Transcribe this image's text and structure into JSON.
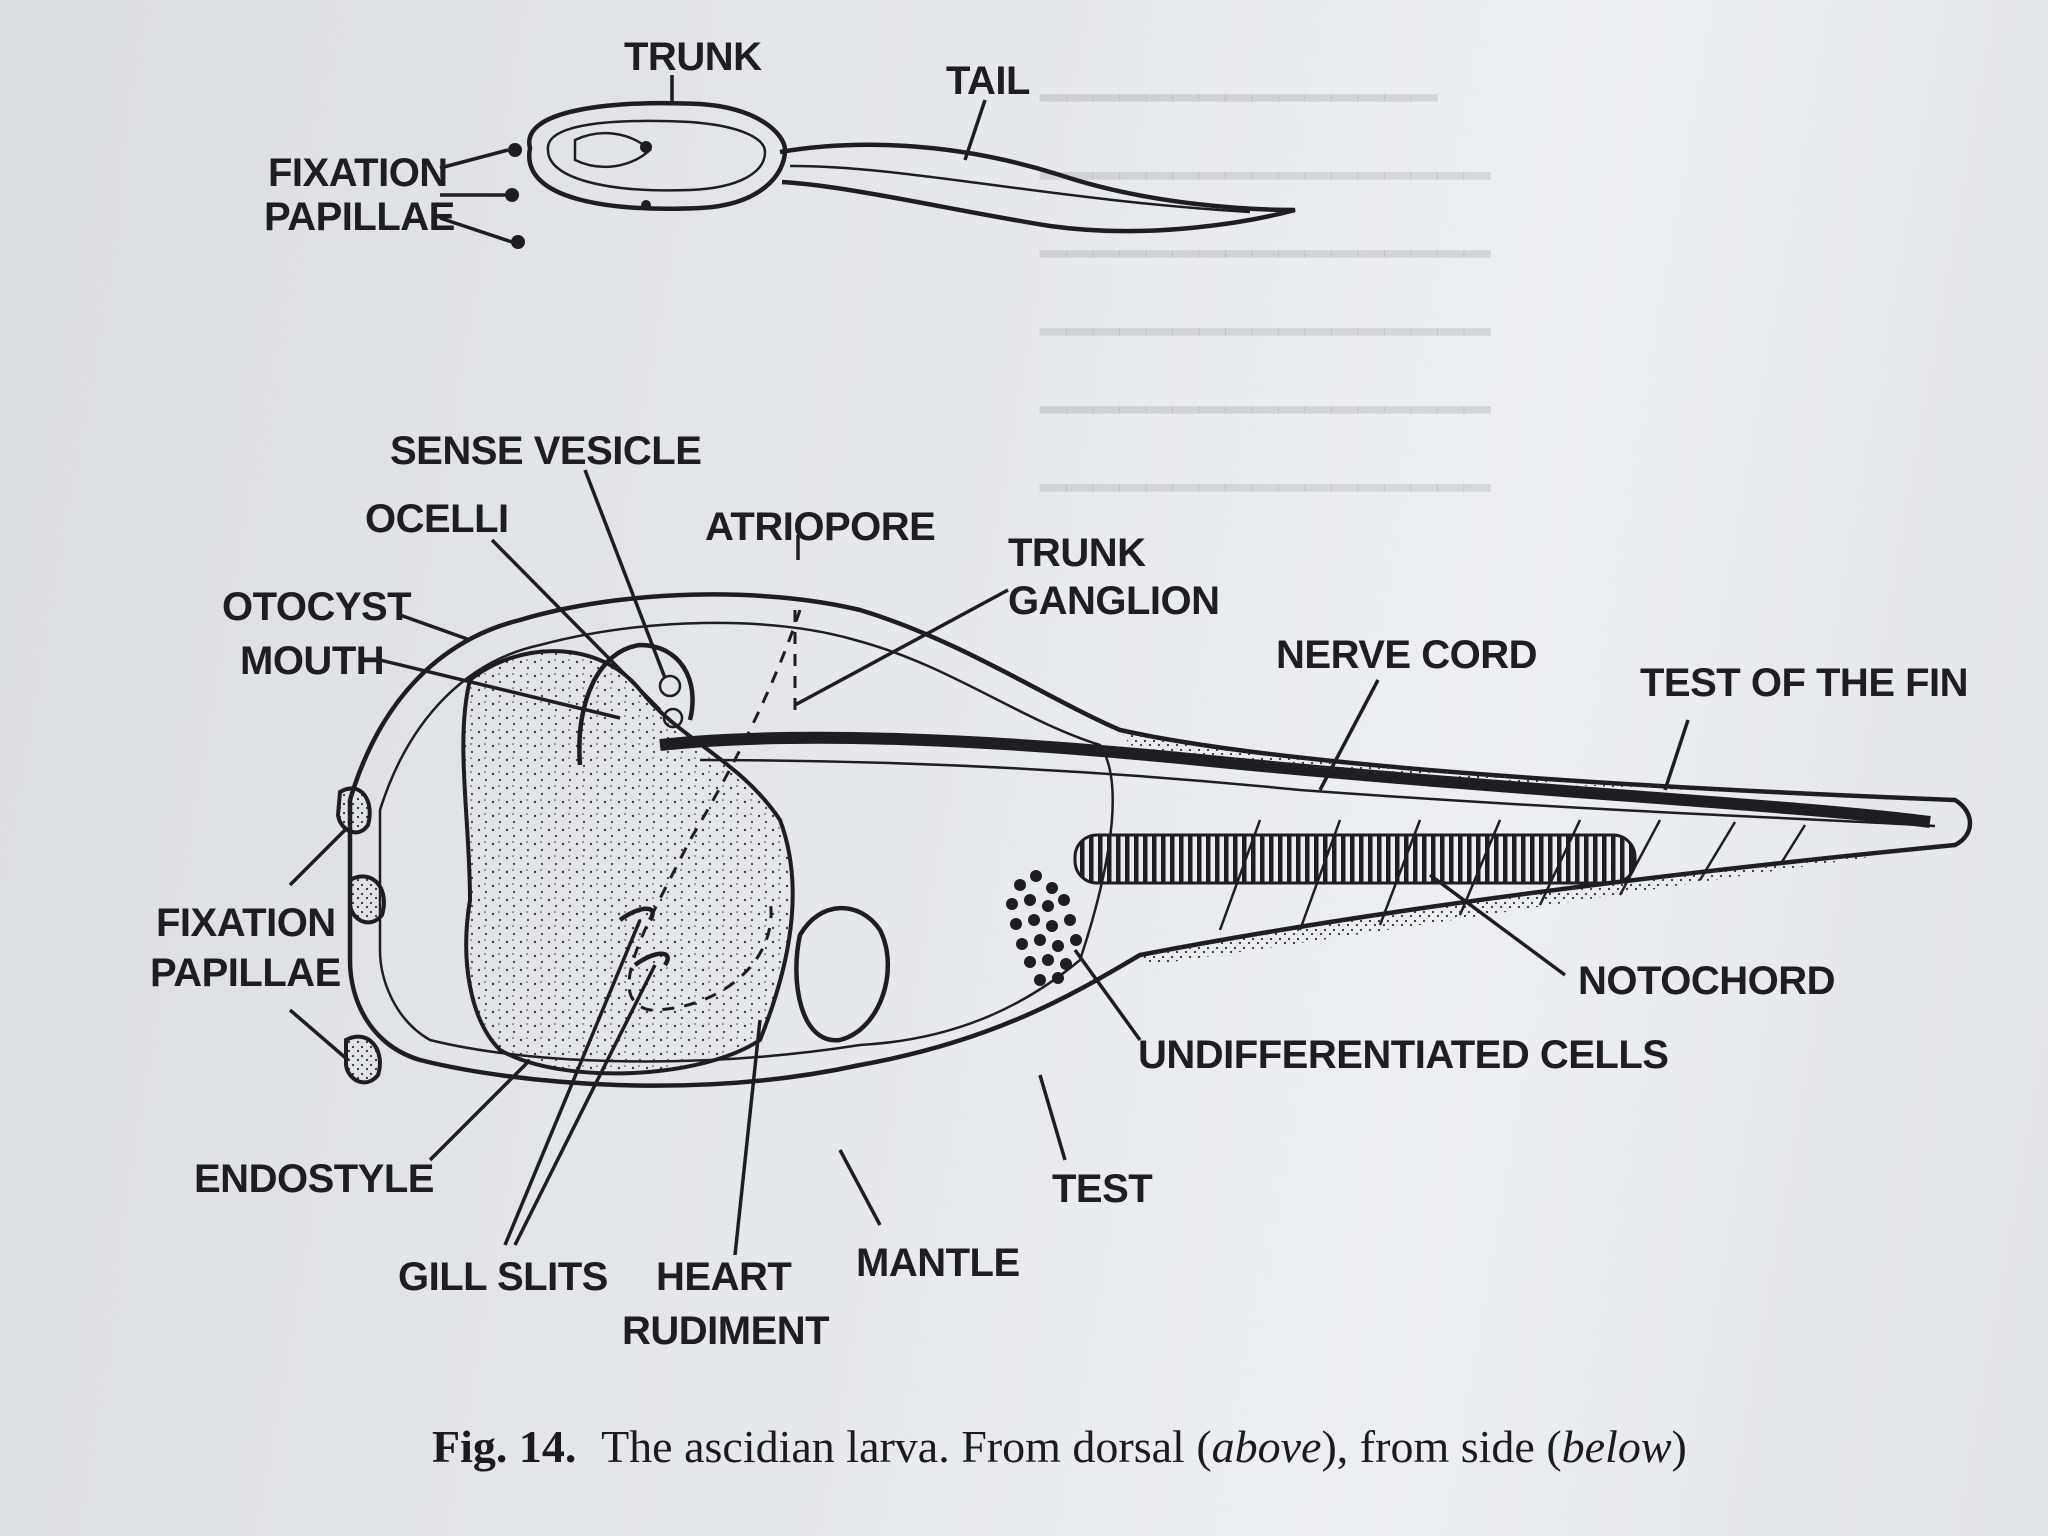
{
  "dorsal_view": {
    "labels": {
      "trunk": "TRUNK",
      "tail": "TAIL",
      "fixation_line1": "FIXATION",
      "fixation_line2": "PAPILLAE"
    }
  },
  "side_view": {
    "labels": {
      "sense_vesicle": "SENSE VESICLE",
      "ocelli": "OCELLI",
      "atriopore": "ATRIOPORE",
      "trunk_ganglion_line1": "TRUNK",
      "trunk_ganglion_line2": "GANGLION",
      "otocyst": "OTOCYST",
      "mouth": "MOUTH",
      "nerve_cord": "NERVE CORD",
      "test_of_fin": "TEST OF THE FIN",
      "fixation_line1": "FIXATION",
      "fixation_line2": "PAPILLAE",
      "notochord": "NOTOCHORD",
      "undifferentiated_cells": "UNDIFFERENTIATED CELLS",
      "endostyle": "ENDOSTYLE",
      "test": "TEST",
      "gill_slits": "GILL SLITS",
      "heart_line1": "HEART",
      "heart_line2": "RUDIMENT",
      "mantle": "MANTLE"
    }
  },
  "caption": {
    "fig_number": "Fig. 14.",
    "text_1": "The ascidian larva.  From dorsal (",
    "above": "above",
    "text_2": "), from side (",
    "below": "below",
    "text_3": ")"
  }
}
